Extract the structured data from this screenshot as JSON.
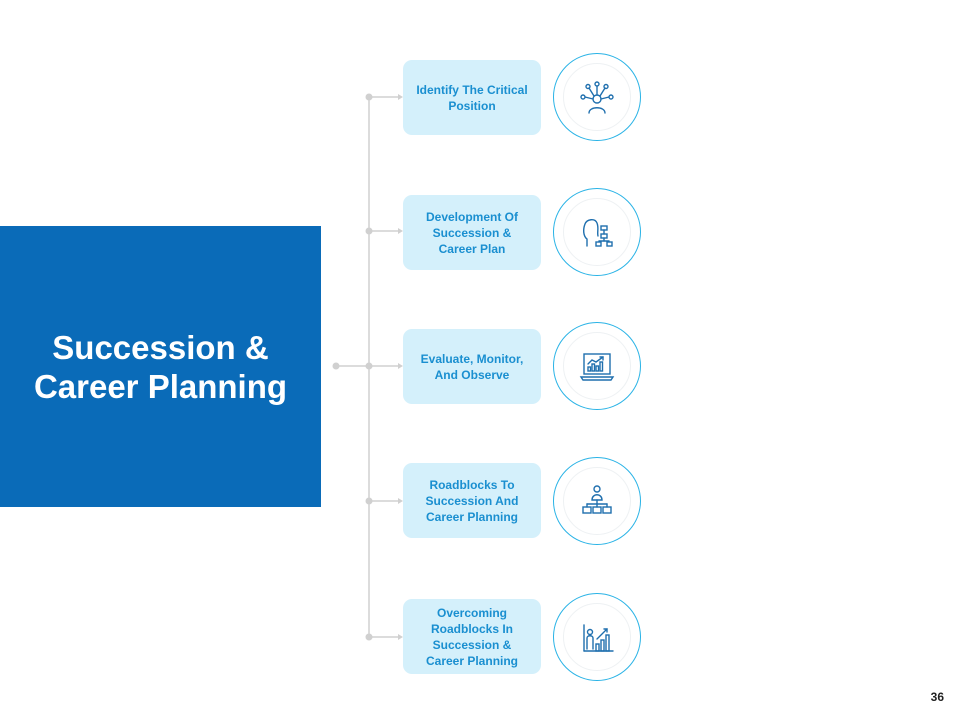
{
  "title": "Succession & Career Planning",
  "page_number": "36",
  "colors": {
    "panel": "#0a6bb8",
    "box_fill": "#d4f0fb",
    "label": "#1a8fd0",
    "circle_border": "#2ab3e6",
    "icon": "#1f6fae",
    "connector": "#d0d0d0"
  },
  "steps": [
    {
      "label": "Identify The Critical Position",
      "icon": "network-person-icon"
    },
    {
      "label": "Development Of Succession & Career Plan",
      "icon": "person-org-chart-icon"
    },
    {
      "label": "Evaluate, Monitor, And Observe",
      "icon": "laptop-chart-icon"
    },
    {
      "label": "Roadblocks To Succession And Career Planning",
      "icon": "org-hierarchy-icon"
    },
    {
      "label": "Overcoming Roadblocks In Succession & Career Planning",
      "icon": "person-growth-chart-icon"
    }
  ]
}
